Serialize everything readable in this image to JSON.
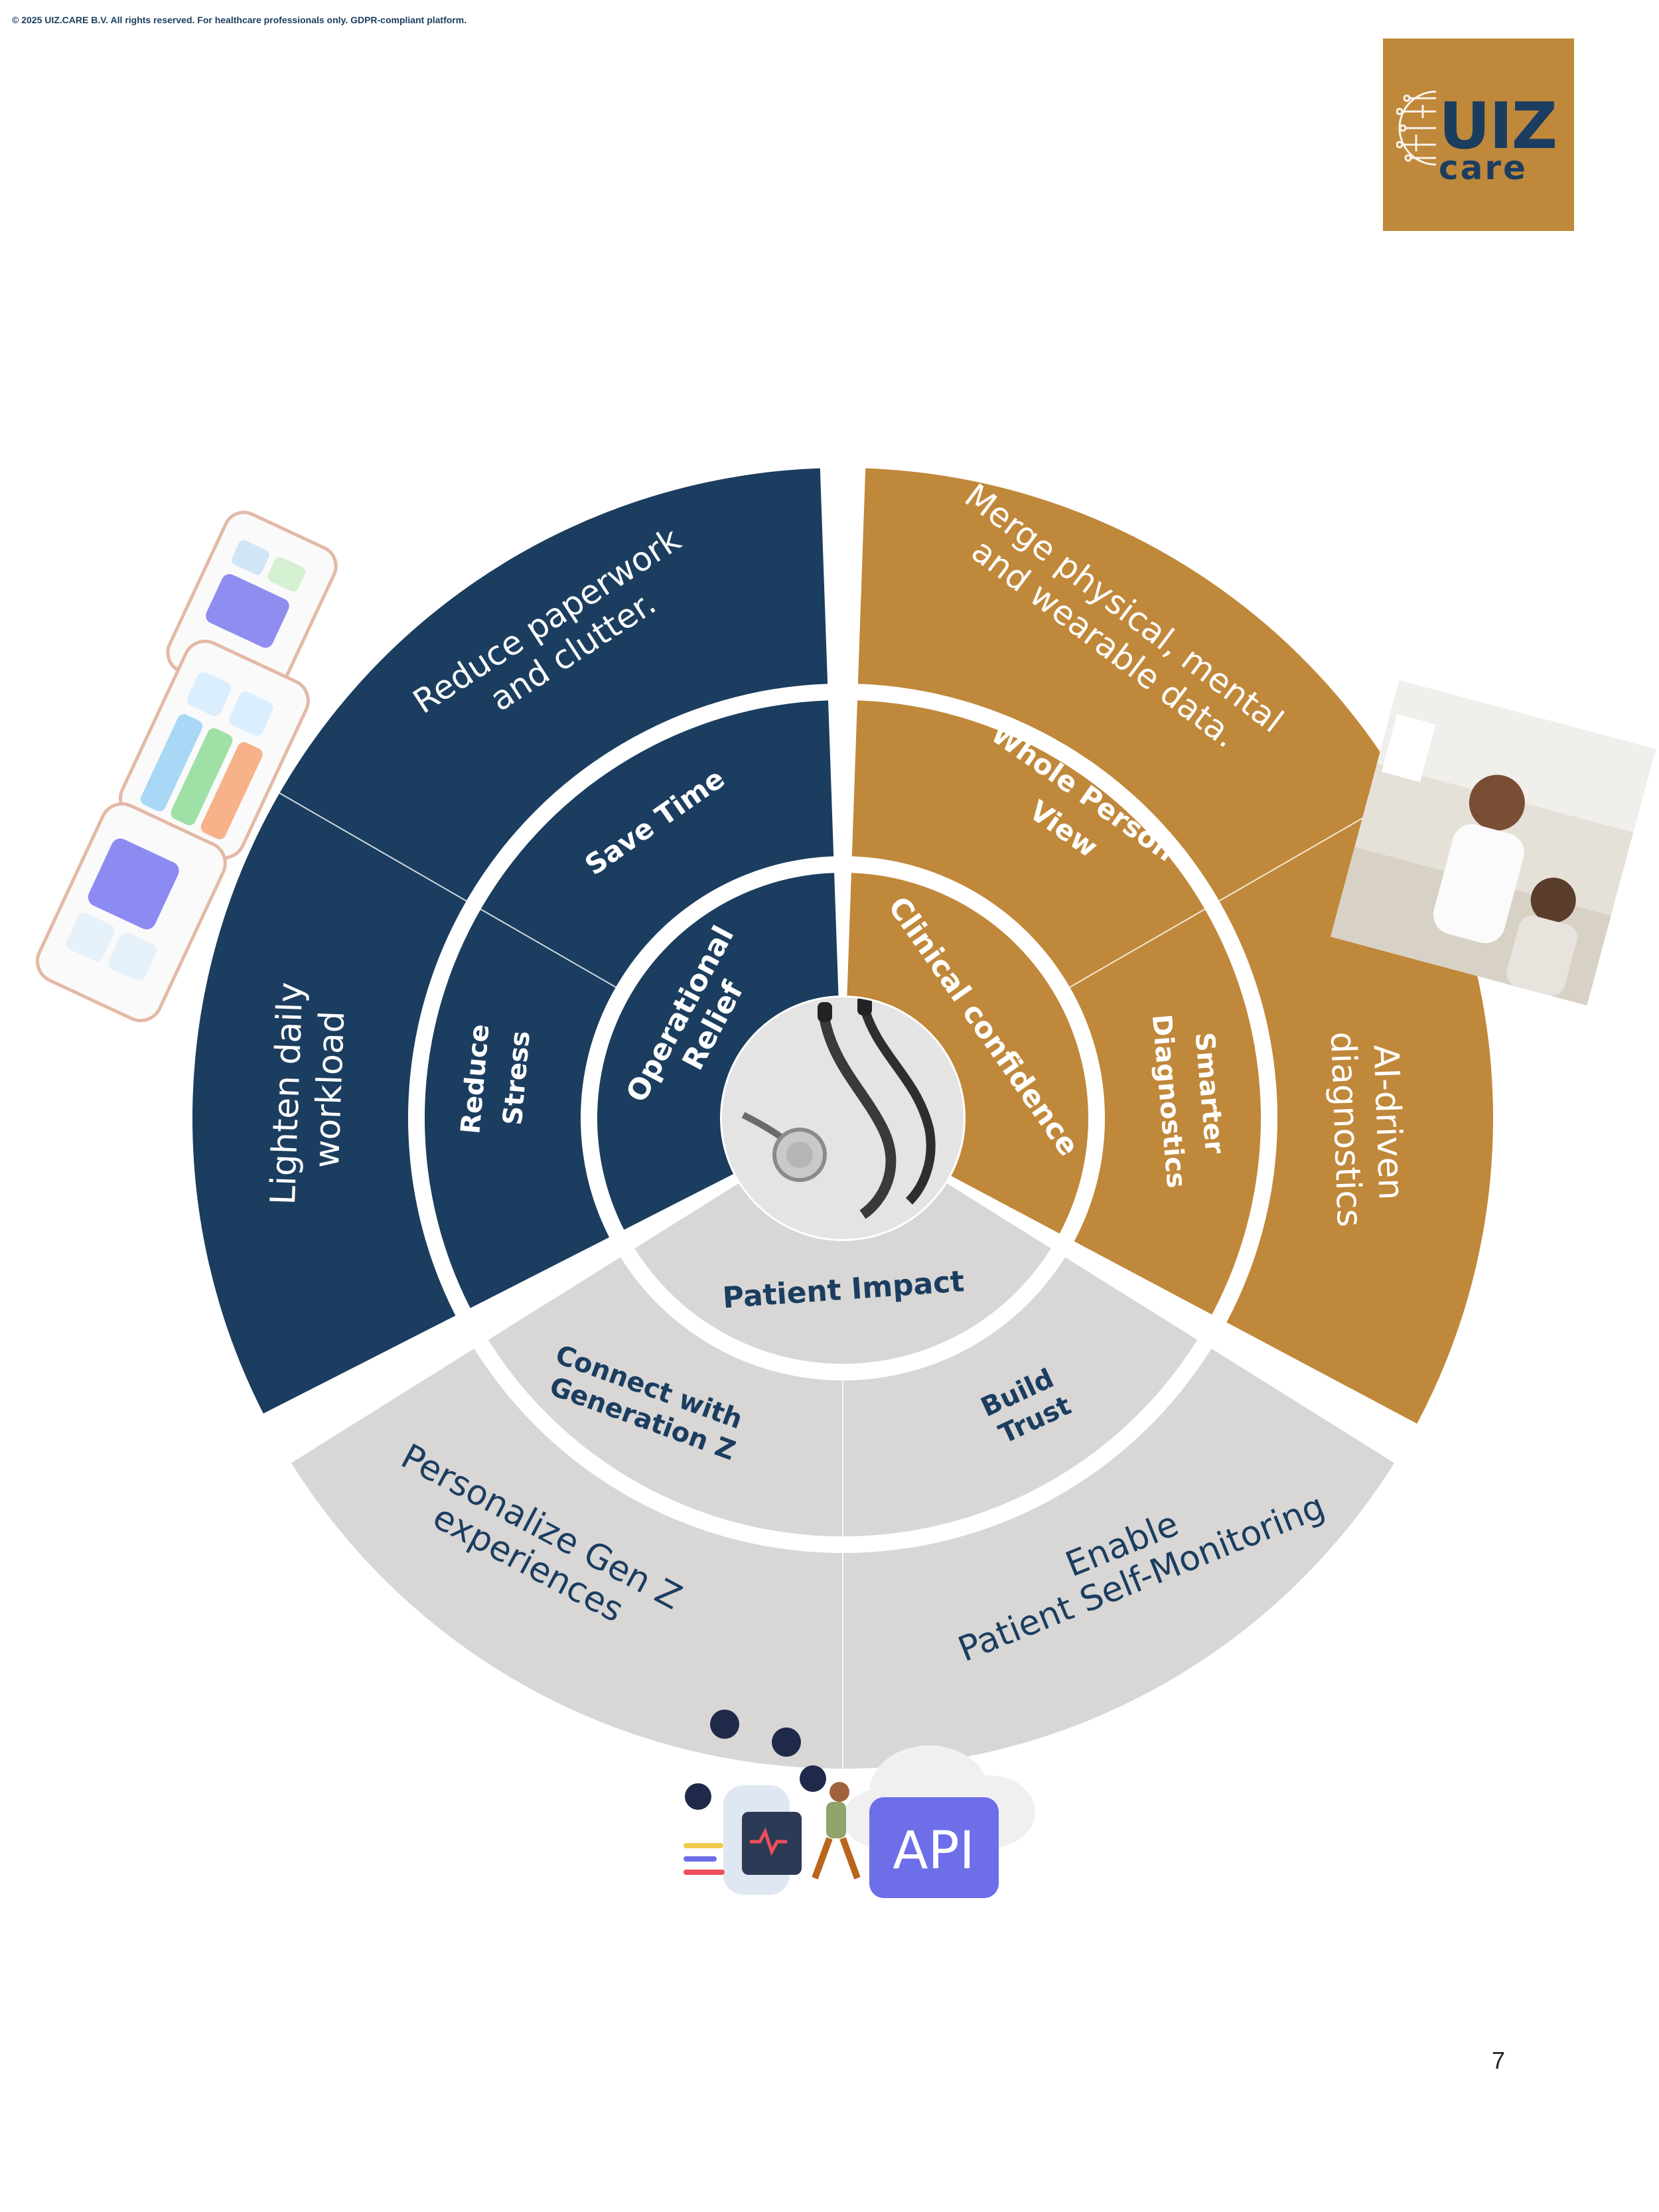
{
  "header": {
    "copyright": "© 2025 UIZ.CARE B.V. All rights reserved. For healthcare professionals only. GDPR-compliant platform."
  },
  "logo": {
    "line1": "UIZ",
    "line2": "care"
  },
  "colors": {
    "navy": "#1b3d5f",
    "gold": "#c0883a",
    "gray": "#d8d7d6",
    "white": "#ffffff",
    "accent_purple": "#6d6ee8"
  },
  "wheel": {
    "sectors": {
      "operational": {
        "inner": "Operational Relief",
        "inner_line1": "Operational",
        "inner_line2": "Relief",
        "middle": [
          {
            "label": "Save Time"
          },
          {
            "line1": "Reduce",
            "line2": "Stress"
          }
        ],
        "outer": [
          {
            "line1": "Reduce paperwork",
            "line2": "and clutter."
          },
          {
            "line1": "Lighten daily",
            "line2": "workload"
          }
        ]
      },
      "clinical": {
        "inner": "Clinical confidence",
        "middle": [
          {
            "line1": "Whole Person",
            "line2": "View"
          },
          {
            "line1": "Smarter",
            "line2": "Diagnostics"
          }
        ],
        "outer": [
          {
            "line1": "Merge physical, mental",
            "line2": "and wearable data."
          },
          {
            "line1": "AI-driven",
            "line2": "diagnostics"
          }
        ]
      },
      "patient": {
        "inner": "Patient Impact",
        "middle": [
          {
            "line1": "Connect with",
            "line2": "Generation Z"
          },
          {
            "line1": "Build",
            "line2": "Trust"
          }
        ],
        "outer": [
          {
            "line1": "Personalize Gen Z",
            "line2": "experiences"
          },
          {
            "line1": "Enable",
            "line2": "Patient Self-Monitoring"
          }
        ]
      }
    }
  },
  "icons": {
    "center": "stethoscope-image",
    "left": "app-screens-image",
    "right": "doctor-patient-photo",
    "bottom": "wearable-api-illustration",
    "api_label": "API"
  },
  "page_number": "7"
}
